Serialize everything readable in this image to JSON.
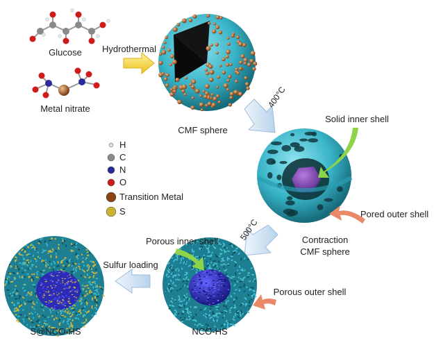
{
  "reactants": {
    "glucose": "Glucose",
    "metal_nitrate": "Metal nitrate"
  },
  "steps": {
    "hydrothermal": "Hydrothermal",
    "calcination_400": "400°C",
    "calcination_500": "500°C",
    "sulfur_loading": "Sulfur loading"
  },
  "products": {
    "cmf_sphere": "CMF sphere",
    "contraction_line1": "Contraction",
    "contraction_line2": "CMF sphere",
    "nco_hs": "NCO-HS",
    "s_nco_hs": "S@NCO-HS"
  },
  "annotations": {
    "solid_inner_shell": "Solid inner shell",
    "pored_outer_shell": "Pored outer shell",
    "porous_inner_shell": "Porous inner shell",
    "porous_outer_shell": "Porous outer shell"
  },
  "legend": [
    {
      "label": "H",
      "color": "#e0e0e0"
    },
    {
      "label": "C",
      "color": "#8a8a8a"
    },
    {
      "label": "N",
      "color": "#2a2a9a"
    },
    {
      "label": "O",
      "color": "#d11a1a"
    },
    {
      "label": "Transition Metal",
      "color": "#8b4513"
    },
    {
      "label": "S",
      "color": "#c9b233"
    }
  ],
  "colors": {
    "shell": "#3bb8cc",
    "shell_dark": "#1e7d90",
    "particle": "#a0522d",
    "inner_core": "#7b3fb0",
    "porous_core": "#2b2bb5",
    "sulfur": "#d4b63a",
    "arrow_blue": "#c8dff2",
    "arrow_yellow": "#f2d53a",
    "arrow_green": "#8ed44a",
    "arrow_orange": "#e9896a"
  }
}
